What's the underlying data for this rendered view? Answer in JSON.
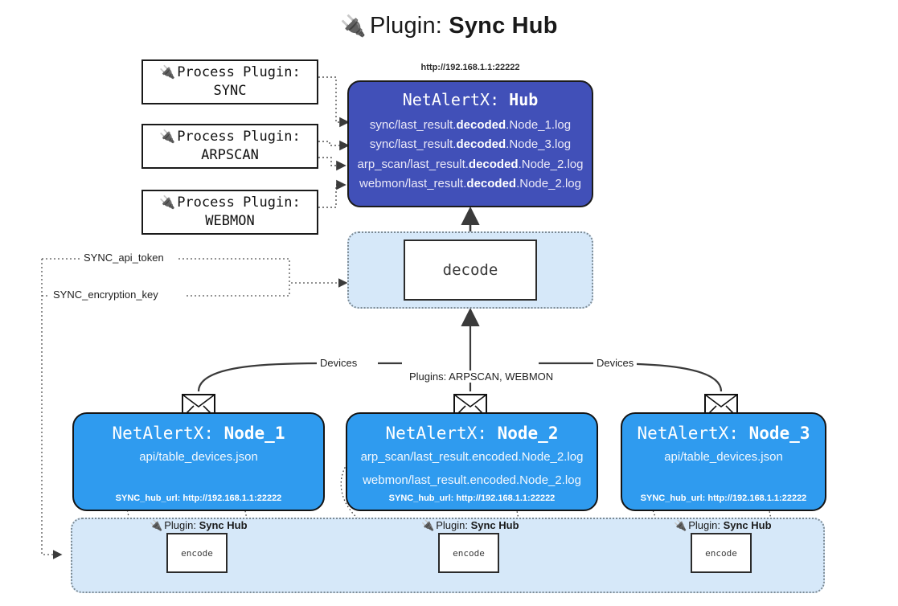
{
  "title": {
    "icon": "plug-icon",
    "prefix": "Plugin: ",
    "name": "Sync Hub"
  },
  "process_plugins": [
    {
      "line1": "Process Plugin:",
      "line2": "SYNC"
    },
    {
      "line1": "Process Plugin:",
      "line2": "ARPSCAN"
    },
    {
      "line1": "Process Plugin:",
      "line2": "WEBMON"
    }
  ],
  "hub": {
    "url_label": "http://192.168.1.1:22222",
    "title_prefix": "NetAlertX: ",
    "title_name": "Hub",
    "logs": [
      {
        "pre": "sync/last_result.",
        "bold": "decoded",
        "post": ".Node_1.log"
      },
      {
        "pre": "sync/last_result.",
        "bold": "decoded",
        "post": ".Node_3.log"
      },
      {
        "pre": "arp_scan/last_result.",
        "bold": "decoded",
        "post": ".Node_2.log"
      },
      {
        "pre": "webmon/last_result.",
        "bold": "decoded",
        "post": ".Node_2.log"
      }
    ]
  },
  "decode": {
    "label": "decode"
  },
  "settings": [
    {
      "label": "SYNC_api_token"
    },
    {
      "label": "SYNC_encryption_key"
    }
  ],
  "edges": {
    "devices_left": "Devices",
    "devices_right": "Devices",
    "plugins_center": "Plugins: ARPSCAN, WEBMON"
  },
  "nodes": [
    {
      "title_prefix": "NetAlertX: ",
      "title_name": "Node_1",
      "lines": [
        "api/table_devices.json"
      ],
      "footer": "SYNC_hub_url: http://192.168.1.1:22222"
    },
    {
      "title_prefix": "NetAlertX: ",
      "title_name": "Node_2",
      "lines": [
        "arp_scan/last_result.encoded.Node_2.log",
        "webmon/last_result.encoded.Node_2.log"
      ],
      "footer": "SYNC_hub_url: http://192.168.1.1:22222"
    },
    {
      "title_prefix": "NetAlertX: ",
      "title_name": "Node_3",
      "lines": [
        "api/table_devices.json"
      ],
      "footer": "SYNC_hub_url: http://192.168.1.1:22222"
    }
  ],
  "encoders": [
    {
      "plugin_prefix": "Plugin: ",
      "plugin_name": "Sync Hub",
      "label": "encode"
    },
    {
      "plugin_prefix": "Plugin: ",
      "plugin_name": "Sync Hub",
      "label": "encode"
    },
    {
      "plugin_prefix": "Plugin: ",
      "plugin_name": "Sync Hub",
      "label": "encode"
    }
  ],
  "colors": {
    "hub_fill": "#4150b8",
    "node_fill": "#2f9bef",
    "group_fill": "#d6e8f9",
    "stroke": "#1a1a1a"
  }
}
